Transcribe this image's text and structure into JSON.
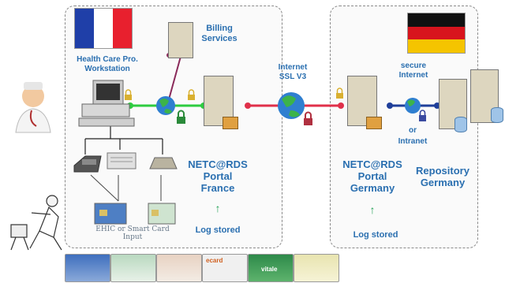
{
  "labels": {
    "workstation": "Health Care Pro.\nWorkstation",
    "billing": "Billing\nServices",
    "internet": "Internet\nSSL V3",
    "portal_fr": "NETC@RDS\nPortal\nFrance",
    "log_fr": "Log stored",
    "secure": "secure\nInternet",
    "or": "or",
    "intranet": "Intranet",
    "portal_de": "NETC@RDS\nPortal\nGermany",
    "log_de": "Log stored",
    "repository": "Repository\nGermany",
    "ehic": "EHIC or Smart Card\nInput"
  },
  "cards": [
    "",
    "",
    "",
    "ecard",
    "vitale",
    ""
  ],
  "colors": {
    "link_green": "#2ecc40",
    "link_red": "#e0304a",
    "link_blue": "#1f3f9a",
    "label_blue": "#2a6fb0",
    "log_green": "#27a35a"
  },
  "icons": [
    "france-flag-icon",
    "germany-flag-icon",
    "doctor-icon",
    "traveler-icon",
    "workstation-icon",
    "server-icon",
    "globe-icon",
    "lock-icon",
    "card-reader-icon"
  ]
}
